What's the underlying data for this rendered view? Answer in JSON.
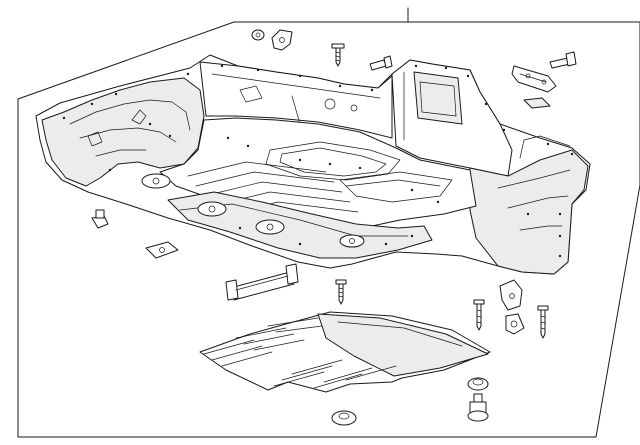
{
  "diagram": {
    "kind": "exploded parts view",
    "components": [
      {
        "name": "floor-pan-assembly"
      },
      {
        "name": "floor-insulator-pad"
      },
      {
        "name": "bracket"
      },
      {
        "name": "retainers"
      },
      {
        "name": "bolts"
      },
      {
        "name": "nuts"
      }
    ]
  },
  "colors": {
    "line": "#1a1a1a",
    "background": "#ffffff",
    "shade": "#ececec"
  }
}
